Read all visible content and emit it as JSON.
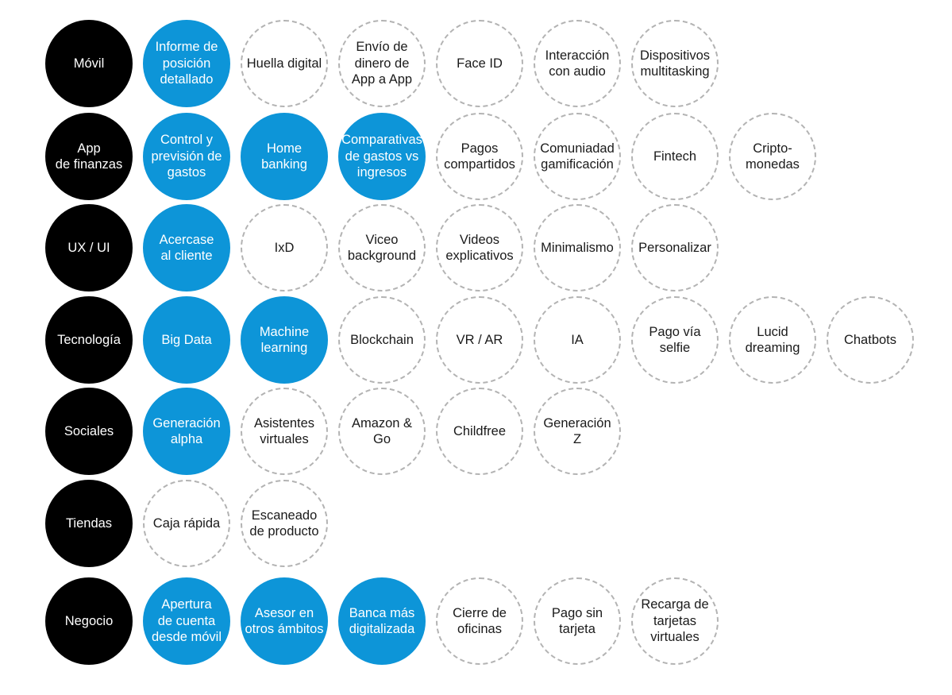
{
  "colors": {
    "category": "#000000",
    "adopted": "#0d95d8",
    "trend_border": "#b3b3b3",
    "trend_text": "#1a1a1a",
    "background": "#ffffff"
  },
  "rows": [
    {
      "id": "movil",
      "category": "Móvil",
      "items": [
        {
          "label": "Informe de\nposición\ndetallado",
          "style": "adopted"
        },
        {
          "label": "Huella digital",
          "style": "trend"
        },
        {
          "label": "Envío de\ndinero de\nApp a App",
          "style": "trend"
        },
        {
          "label": "Face ID",
          "style": "trend"
        },
        {
          "label": "Interacción\ncon audio",
          "style": "trend"
        },
        {
          "label": "Dispositivos\nmultitasking",
          "style": "trend"
        }
      ]
    },
    {
      "id": "app-de-finanzas",
      "category": "App\nde finanzas",
      "items": [
        {
          "label": "Control y\nprevisión de\ngastos",
          "style": "adopted"
        },
        {
          "label": "Home\nbanking",
          "style": "adopted"
        },
        {
          "label": "Comparativas\nde gastos vs\ningresos",
          "style": "adopted"
        },
        {
          "label": "Pagos\ncompartidos",
          "style": "trend"
        },
        {
          "label": "Comuniadad\ngamificación",
          "style": "trend"
        },
        {
          "label": "Fintech",
          "style": "trend"
        },
        {
          "label": "Cripto-\nmonedas",
          "style": "trend"
        }
      ]
    },
    {
      "id": "ux-ui",
      "category": "UX / UI",
      "items": [
        {
          "label": "Acercase\nal cliente",
          "style": "adopted"
        },
        {
          "label": "IxD",
          "style": "trend"
        },
        {
          "label": "Viceo\nbackground",
          "style": "trend"
        },
        {
          "label": "Videos\nexplicativos",
          "style": "trend"
        },
        {
          "label": "Minimalismo",
          "style": "trend"
        },
        {
          "label": "Personalizar",
          "style": "trend"
        }
      ]
    },
    {
      "id": "tecnologia",
      "category": "Tecnología",
      "items": [
        {
          "label": "Big Data",
          "style": "adopted"
        },
        {
          "label": "Machine\nlearning",
          "style": "adopted"
        },
        {
          "label": "Blockchain",
          "style": "trend"
        },
        {
          "label": "VR / AR",
          "style": "trend"
        },
        {
          "label": "IA",
          "style": "trend"
        },
        {
          "label": "Pago vía\nselfie",
          "style": "trend"
        },
        {
          "label": "Lucid\ndreaming",
          "style": "trend"
        },
        {
          "label": "Chatbots",
          "style": "trend"
        }
      ]
    },
    {
      "id": "sociales",
      "category": "Sociales",
      "items": [
        {
          "label": "Generación\nalpha",
          "style": "adopted"
        },
        {
          "label": "Asistentes\nvirtuales",
          "style": "trend"
        },
        {
          "label": "Amazon &\nGo",
          "style": "trend"
        },
        {
          "label": "Childfree",
          "style": "trend"
        },
        {
          "label": "Generación\nZ",
          "style": "trend"
        }
      ]
    },
    {
      "id": "tiendas",
      "category": "Tiendas",
      "items": [
        {
          "label": "Caja rápida",
          "style": "trend"
        },
        {
          "label": "Escaneado\nde producto",
          "style": "trend"
        }
      ]
    },
    {
      "id": "negocio",
      "category": "Negocio",
      "items": [
        {
          "label": "Apertura\nde cuenta\ndesde móvil",
          "style": "adopted"
        },
        {
          "label": "Asesor en\notros ámbitos",
          "style": "adopted"
        },
        {
          "label": "Banca más\ndigitalizada",
          "style": "adopted"
        },
        {
          "label": "Cierre de\noficinas",
          "style": "trend"
        },
        {
          "label": "Pago sin\ntarjeta",
          "style": "trend"
        },
        {
          "label": "Recarga de\ntarjetas\nvirtuales",
          "style": "trend"
        }
      ]
    }
  ]
}
